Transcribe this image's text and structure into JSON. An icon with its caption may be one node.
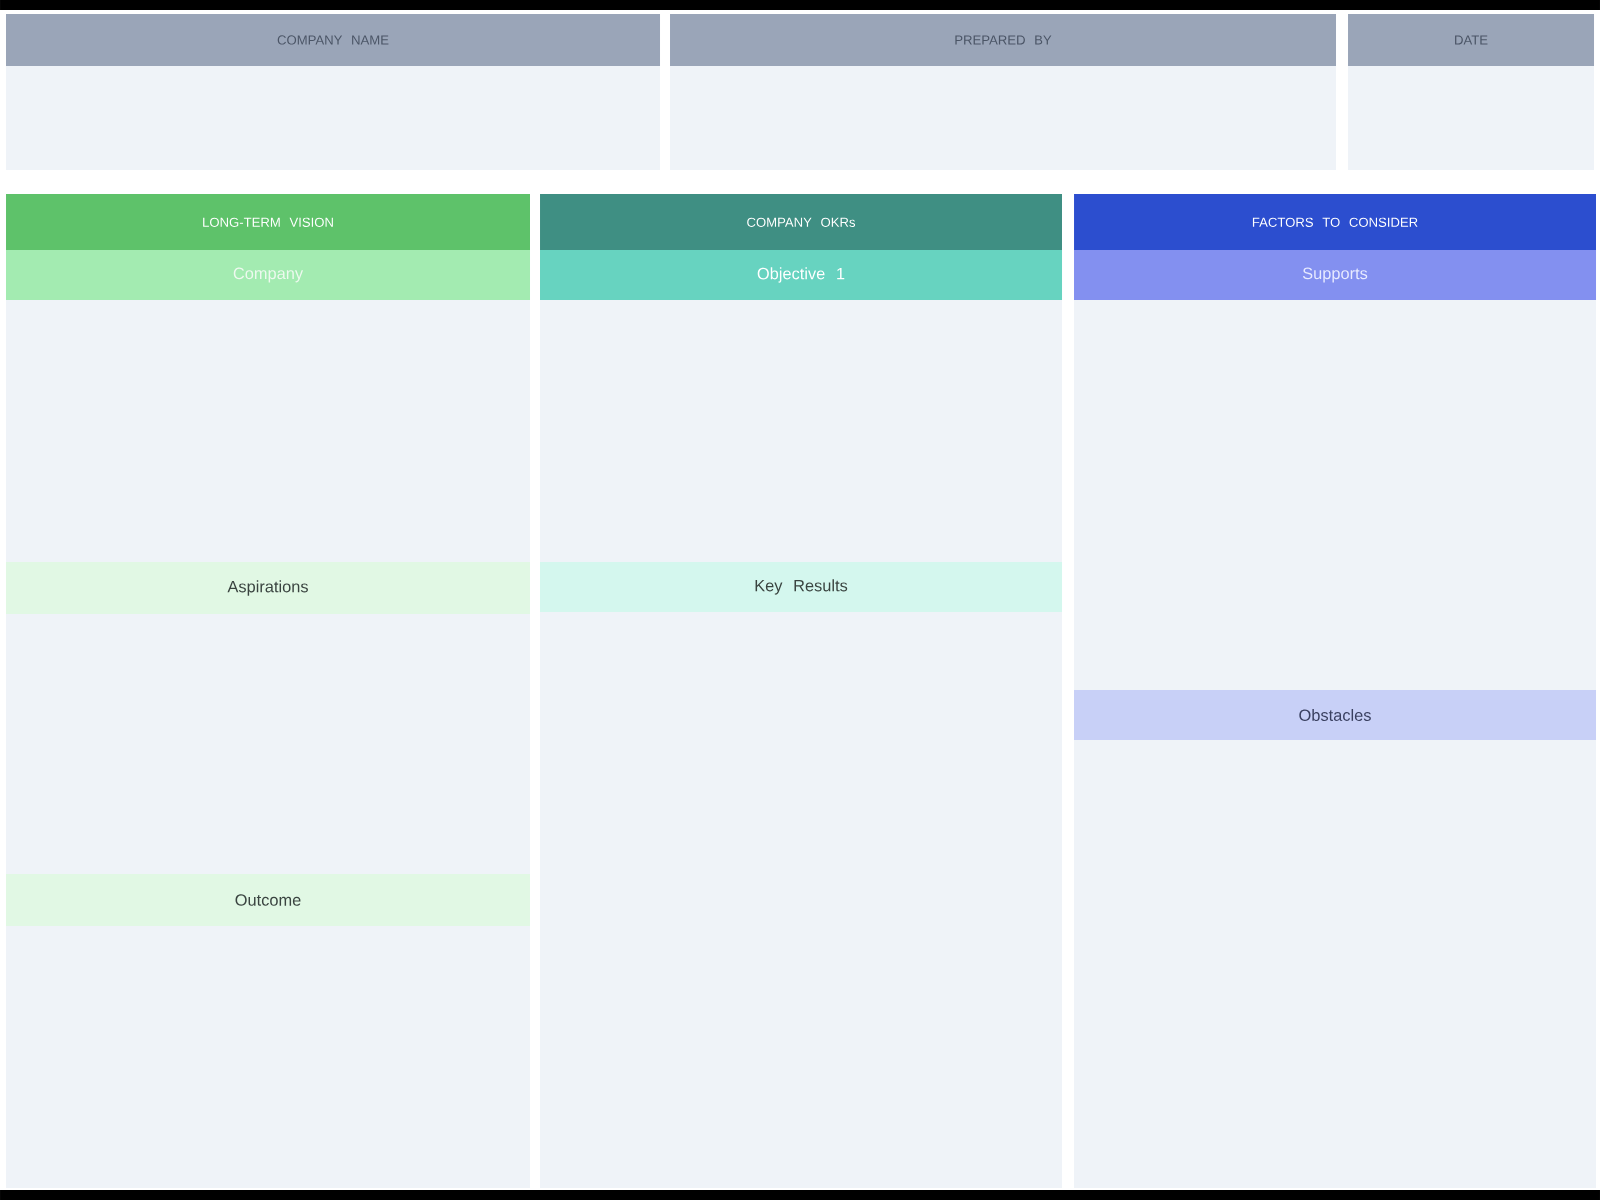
{
  "diagram": {
    "nodes": [
      {
        "text": [
          "COMPANY NAME"
        ]
      },
      {
        "text": [
          "PREPARED BY"
        ]
      },
      {
        "text": [
          "DATE"
        ]
      },
      {
        "text": [
          "LONG-TERM VISION"
        ]
      },
      {
        "text": [
          "Company"
        ],
        "in": 3
      },
      {
        "text": [
          "Aspirations"
        ],
        "in": 3
      },
      {
        "text": [
          "Outcome"
        ],
        "in": 3
      },
      {
        "text": [
          "COMPANY OKRs"
        ]
      },
      {
        "text": [
          "Objective 1"
        ],
        "in": 7
      },
      {
        "text": [
          "Key Results"
        ],
        "in": 7
      },
      {
        "text": [
          "FACTORS TO CONSIDER"
        ]
      },
      {
        "text": [
          "Supports"
        ],
        "in": 10
      },
      {
        "text": [
          "Obstacles"
        ],
        "in": 10
      }
    ]
  }
}
